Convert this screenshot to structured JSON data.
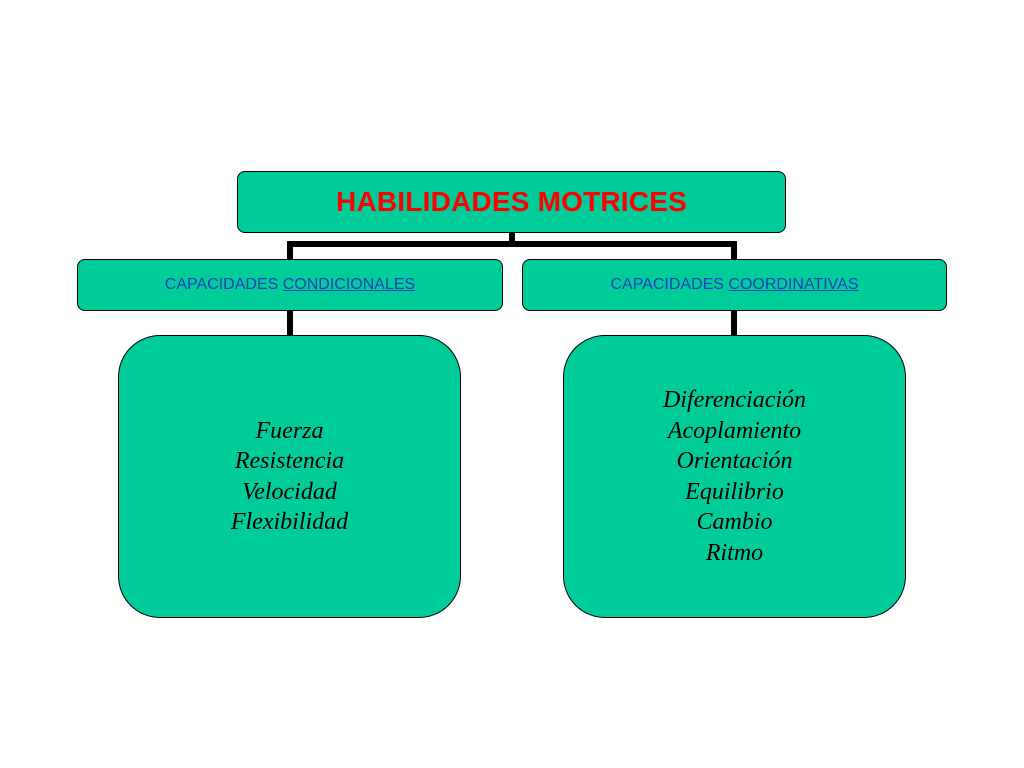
{
  "diagram": {
    "root": {
      "label": "HABILIDADES MOTRICES"
    },
    "branches": [
      {
        "label_prefix": "CAPACIDADES ",
        "label_link": "CONDICIONALES",
        "items": [
          "Fuerza",
          "Resistencia",
          "Velocidad",
          "Flexibilidad"
        ]
      },
      {
        "label_prefix": "CAPACIDADES ",
        "label_link": "COORDINATIVAS",
        "items": [
          "Diferenciación",
          "Acoplamiento",
          "Orientación",
          "Equilibrio",
          "Cambio",
          "Ritmo"
        ]
      }
    ]
  },
  "colors": {
    "box_fill": "#00cc99",
    "root_text": "#ff0000",
    "branch_text": "#1f3fbf",
    "connector": "#000000"
  }
}
